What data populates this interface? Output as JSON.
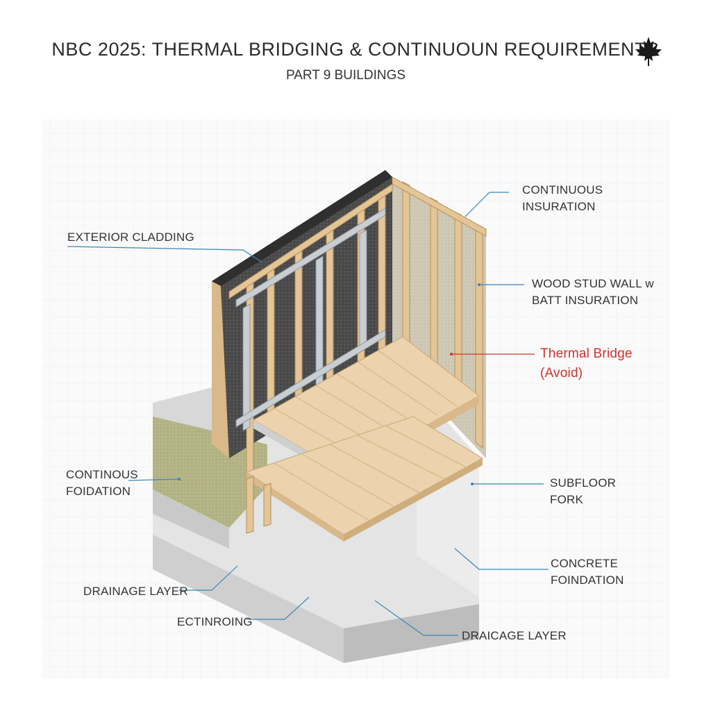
{
  "header": {
    "title": "NBC 2025: THERMAL BRIDGING & CONTINUOUN REQUIREMENTS",
    "subtitle": "PART 9 BUILDINGS",
    "logo_icon": "maple-leaf-icon"
  },
  "labels": {
    "continuous_insulation": [
      "CONTINUOUS",
      "INSURATION"
    ],
    "exterior_cladding": [
      "EXTERIOR CLADDING"
    ],
    "wood_stud_wall": [
      "WOOD STUD WALL w",
      "BATT INSURATION"
    ],
    "thermal_bridge": [
      "Thermal Bridge",
      "(Avoid)"
    ],
    "continuous_foundation": [
      "CONTINOUS",
      "FOIDATION"
    ],
    "subfloor": [
      "SUBFLOOR",
      "FORK"
    ],
    "concrete_foundation": [
      "CONCRETE",
      "FOINDATION"
    ],
    "drainage_layer_left": [
      "DRAINAGE LAYER"
    ],
    "ectinroing": [
      "ECTINROING"
    ],
    "draicage_layer": [
      "DRAICAGE LAYER"
    ]
  },
  "colors": {
    "leader_line": "#3a86b8",
    "thermal_bridge_text": "#d0312d",
    "wood": "#e6c9a0",
    "insulation": "#b8b98a",
    "concrete": "#d9d9d9",
    "cladding": "#4a4a4a"
  }
}
